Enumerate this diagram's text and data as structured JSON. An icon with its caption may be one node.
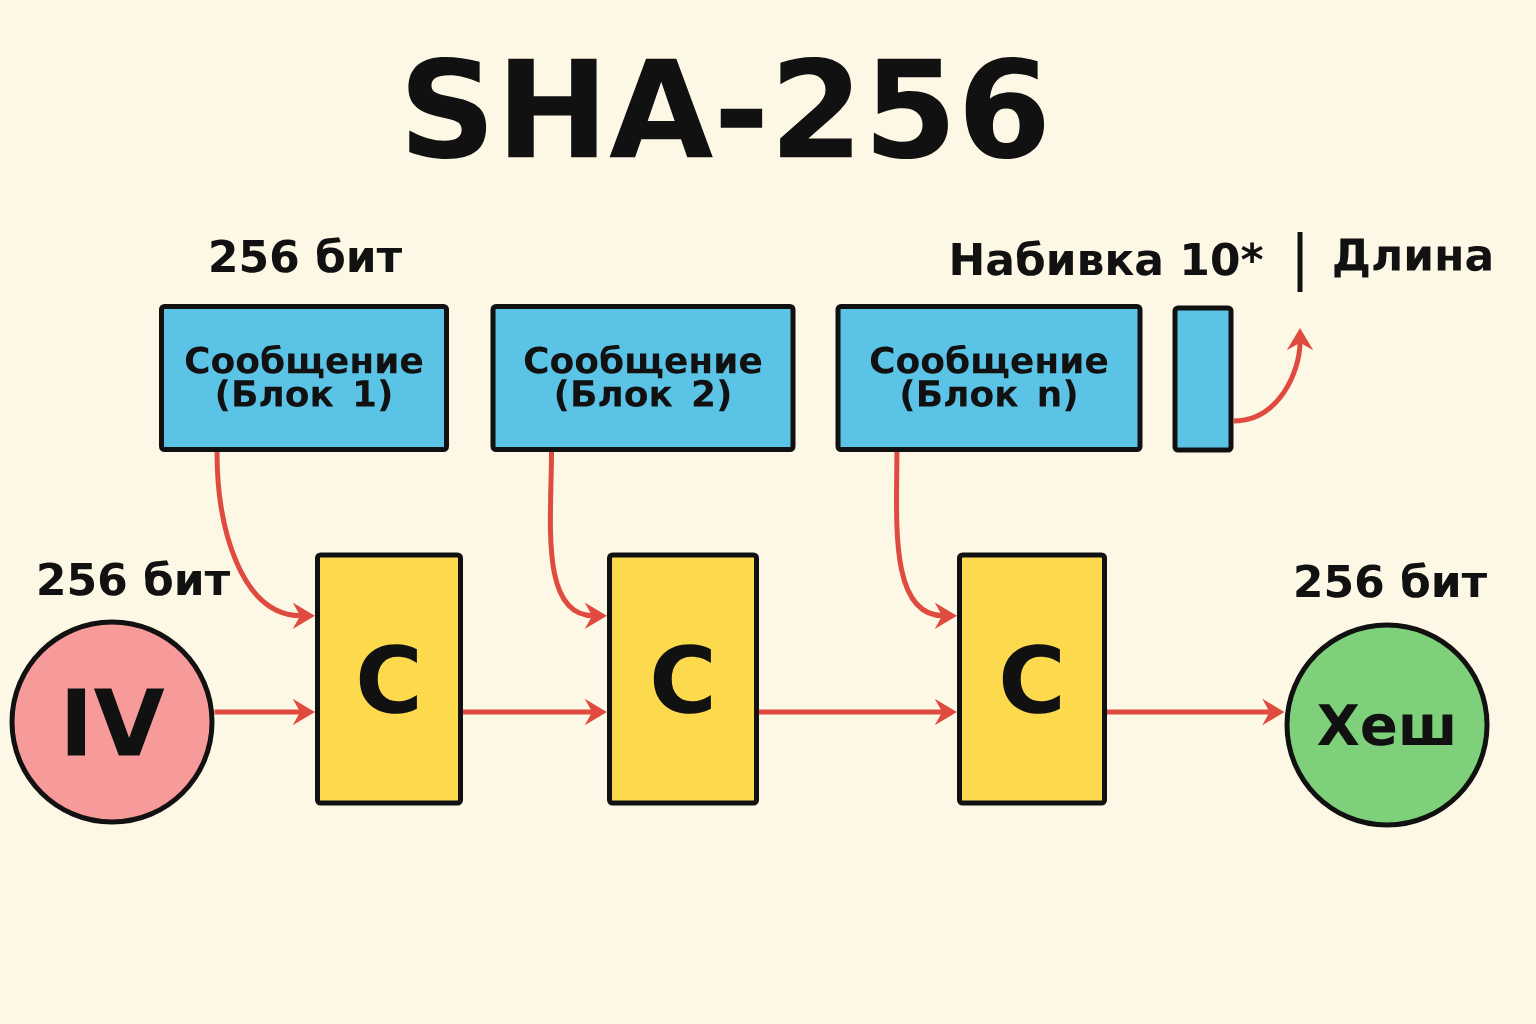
{
  "diagram": {
    "title": "SHA-256",
    "nodes": [
      {
        "text": [
          "Сообщение (Блок 1)"
        ]
      },
      {
        "text": [
          "Сообщение (Блок 2)"
        ]
      },
      {
        "text": [
          "Сообщение (Блок n)"
        ]
      },
      {
        "text": [],
        "shape": "bar"
      },
      {
        "text": [
          "IV"
        ]
      },
      {
        "text": [
          "C"
        ]
      },
      {
        "text": [
          "C"
        ]
      },
      {
        "text": [
          "C"
        ]
      },
      {
        "text": [
          "Хеш"
        ]
      }
    ],
    "edges": [
      {
        "from": 0,
        "to": 5,
        "arrow": "to"
      },
      {
        "from": 1,
        "to": 6,
        "arrow": "to"
      },
      {
        "from": 2,
        "to": 7,
        "arrow": "to"
      },
      {
        "from": 3,
        "to": null,
        "arrow": "to"
      },
      {
        "from": 4,
        "to": 5,
        "arrow": "to"
      },
      {
        "from": 5,
        "to": 6,
        "arrow": "to"
      },
      {
        "from": 6,
        "to": 7,
        "arrow": "to"
      },
      {
        "from": 7,
        "to": 8,
        "arrow": "to"
      }
    ],
    "labels": [
      "256 бит",
      "Набивка 10*",
      "Длина",
      "256 бит",
      "256 бит"
    ]
  }
}
